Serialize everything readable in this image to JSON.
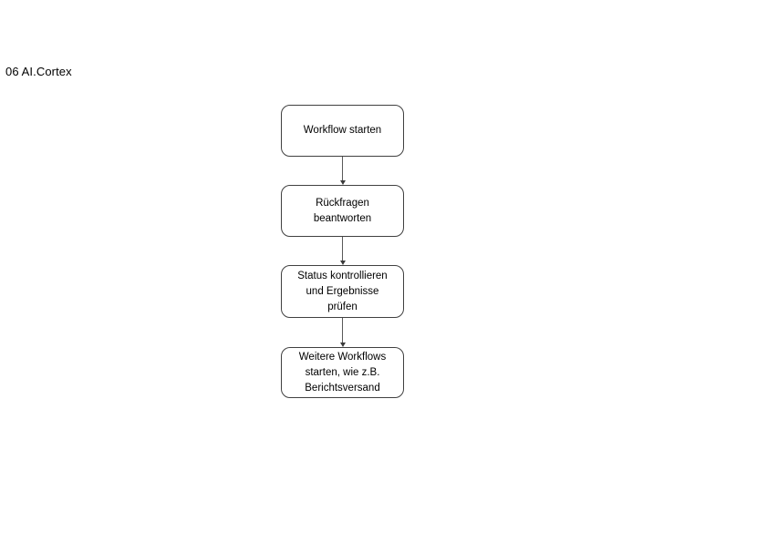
{
  "page": {
    "title": "06 AI.Cortex",
    "background_color": "#ffffff"
  },
  "flowchart": {
    "type": "flowchart",
    "direction": "top-down",
    "box_fill_color": "#ffffff",
    "box_border_color": "#404040",
    "connector_line_color": "#595959",
    "arrowhead_color": "#3a3a3a",
    "text_color": "#000000",
    "nodes": [
      {
        "id": "workflow-starten",
        "label": "Workflow starten"
      },
      {
        "id": "rueckfragen-beantworten",
        "label": "Rückfragen\nbeantworten"
      },
      {
        "id": "status-kontrollieren",
        "label": "Status kontrollieren\nund Ergebnisse\nprüfen"
      },
      {
        "id": "weitere-workflows",
        "label": "Weitere Workflows\nstarten, wie z.B.\nBerichtsversand"
      }
    ],
    "connections": [
      {
        "from": "workflow-starten",
        "to": "rueckfragen-beantworten",
        "arrow": "down"
      },
      {
        "from": "rueckfragen-beantworten",
        "to": "status-kontrollieren",
        "arrow": "down"
      },
      {
        "from": "status-kontrollieren",
        "to": "weitere-workflows",
        "arrow": "down"
      }
    ]
  }
}
